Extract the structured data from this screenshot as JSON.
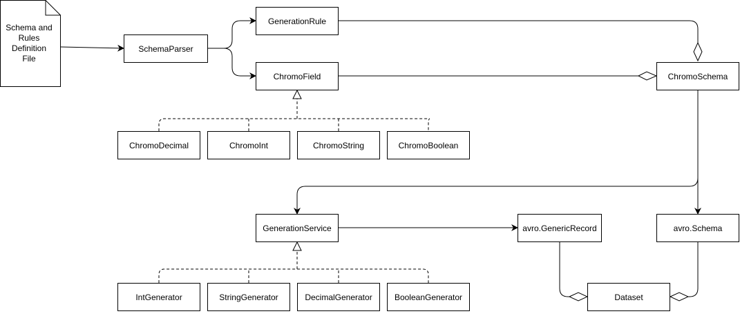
{
  "diagram": {
    "file": {
      "label": "Schema and\nRules\nDefinition\nFile"
    },
    "nodes": {
      "schema_parser": "SchemaParser",
      "generation_rule": "GenerationRule",
      "chromo_field": "ChromoField",
      "chromo_schema": "ChromoSchema",
      "chromo_decimal": "ChromoDecimal",
      "chromo_int": "ChromoInt",
      "chromo_string": "ChromoString",
      "chromo_boolean": "ChromoBoolean",
      "generation_service": "GenerationService",
      "avro_generic_record": "avro.GenericRecord",
      "avro_schema": "avro.Schema",
      "int_generator": "IntGenerator",
      "string_generator": "StringGenerator",
      "decimal_generator": "DecimalGenerator",
      "boolean_generator": "BooleanGenerator",
      "dataset": "Dataset"
    }
  }
}
